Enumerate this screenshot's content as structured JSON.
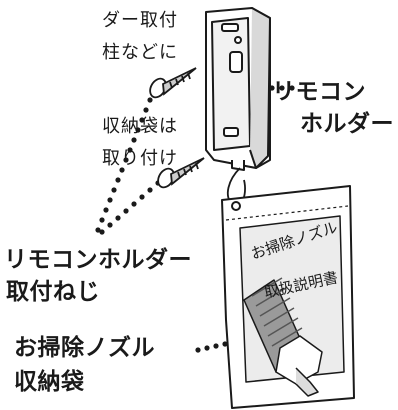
{
  "text_fragments": [
    "ダー取付",
    "柱などに",
    "収納袋は",
    "取り付け"
  ],
  "labels": {
    "holder": [
      "リモコン",
      "ホルダー"
    ],
    "screw": [
      "リモコンホルダー",
      "取付ねじ"
    ],
    "bag": [
      "お掃除ノズル",
      "収納袋"
    ]
  },
  "bag_print": [
    "お掃除ノズル",
    "取扱説明書"
  ]
}
